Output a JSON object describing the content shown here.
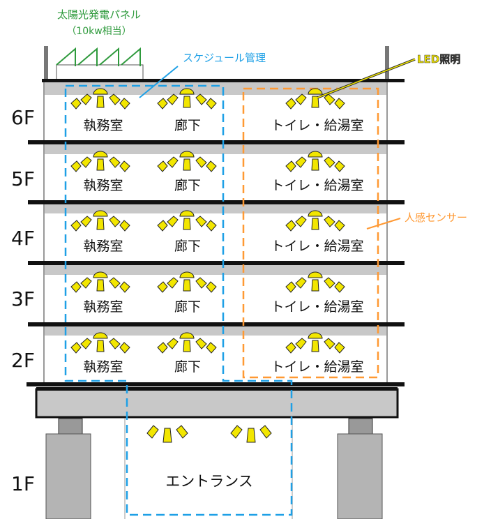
{
  "solar_panel": {
    "label_line1": "太陽光発電パネル",
    "label_line2": "（10kw相当）"
  },
  "callouts": {
    "schedule": "スケジュール管理",
    "led": "LED照明",
    "sensor": "人感センサー"
  },
  "floors": [
    {
      "label": "6F",
      "office": "執務室",
      "hall": "廊下",
      "restroom": "トイレ・給湯室"
    },
    {
      "label": "5F",
      "office": "執務室",
      "hall": "廊下",
      "restroom": "トイレ・給湯室"
    },
    {
      "label": "4F",
      "office": "執務室",
      "hall": "廊下",
      "restroom": "トイレ・給湯室"
    },
    {
      "label": "3F",
      "office": "執務室",
      "hall": "廊下",
      "restroom": "トイレ・給湯室"
    },
    {
      "label": "2F",
      "office": "執務室",
      "hall": "廊下",
      "restroom": "トイレ・給湯室"
    }
  ],
  "ground": {
    "label": "1F",
    "entrance": "エントランス"
  },
  "colors": {
    "schedule_blue": "#1ea0e6",
    "sensor_orange": "#ff9933",
    "led_yellow": "#f2e600",
    "solar_green": "#2e9a3c",
    "slab": "#111111",
    "ceiling_gray": "#c8c8c8",
    "column_gray": "#b4b4b4"
  },
  "icons": {
    "lamp": "led-lamp-icon",
    "panel": "solar-panel-icon"
  }
}
